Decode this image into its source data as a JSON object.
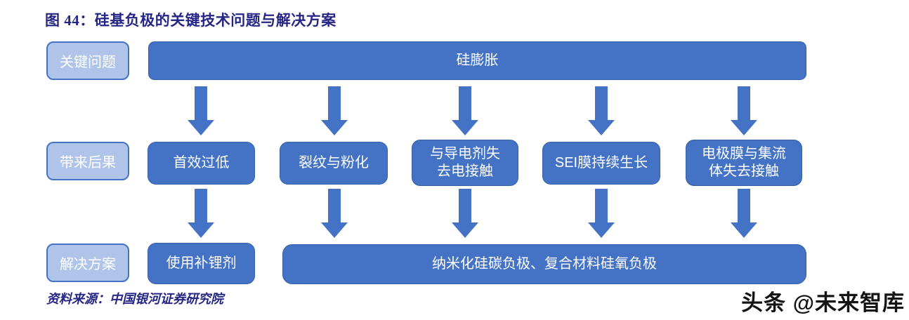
{
  "figure": {
    "title": "图 44：硅基负极的关键技术问题与解决方案",
    "source": "资料来源：中国银河证券研究院",
    "watermark": "头条 @未来智库"
  },
  "rows": [
    {
      "label": "关键问题"
    },
    {
      "label": "带来后果"
    },
    {
      "label": "解决方案"
    }
  ],
  "boxes": {
    "problem": "硅膨胀",
    "consequences": [
      "首效过低",
      "裂纹与粉化",
      "与导电剂失\n去电接触",
      "SEI膜持续生长",
      "电极膜与集流\n体失去接触"
    ],
    "solutions": [
      "使用补锂剂",
      "纳米化硅碳负极、复合材料硅氧负极"
    ]
  },
  "icons": {
    "down_arrow": "down-arrow"
  },
  "colors": {
    "box_fill": "#4472C4",
    "box_border": "#3560A8",
    "label_fill": "#AFC4E8",
    "label_border": "#4472C4",
    "arrow": "#4472C4",
    "title_color": "#262686",
    "source_color": "#262686",
    "watermark_color": "#141414"
  }
}
